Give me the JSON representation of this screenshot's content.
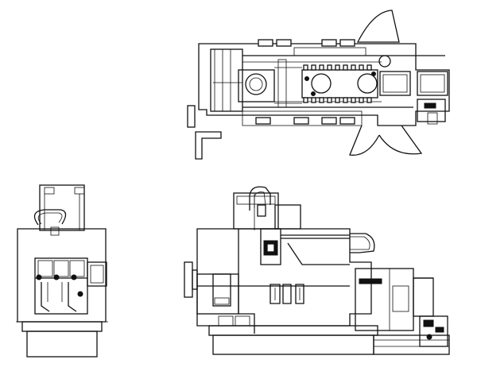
{
  "drawing": {
    "views": [
      {
        "id": "top-view"
      },
      {
        "id": "end-view"
      },
      {
        "id": "side-view"
      }
    ],
    "line_color": "#111111",
    "background": "#ffffff"
  }
}
